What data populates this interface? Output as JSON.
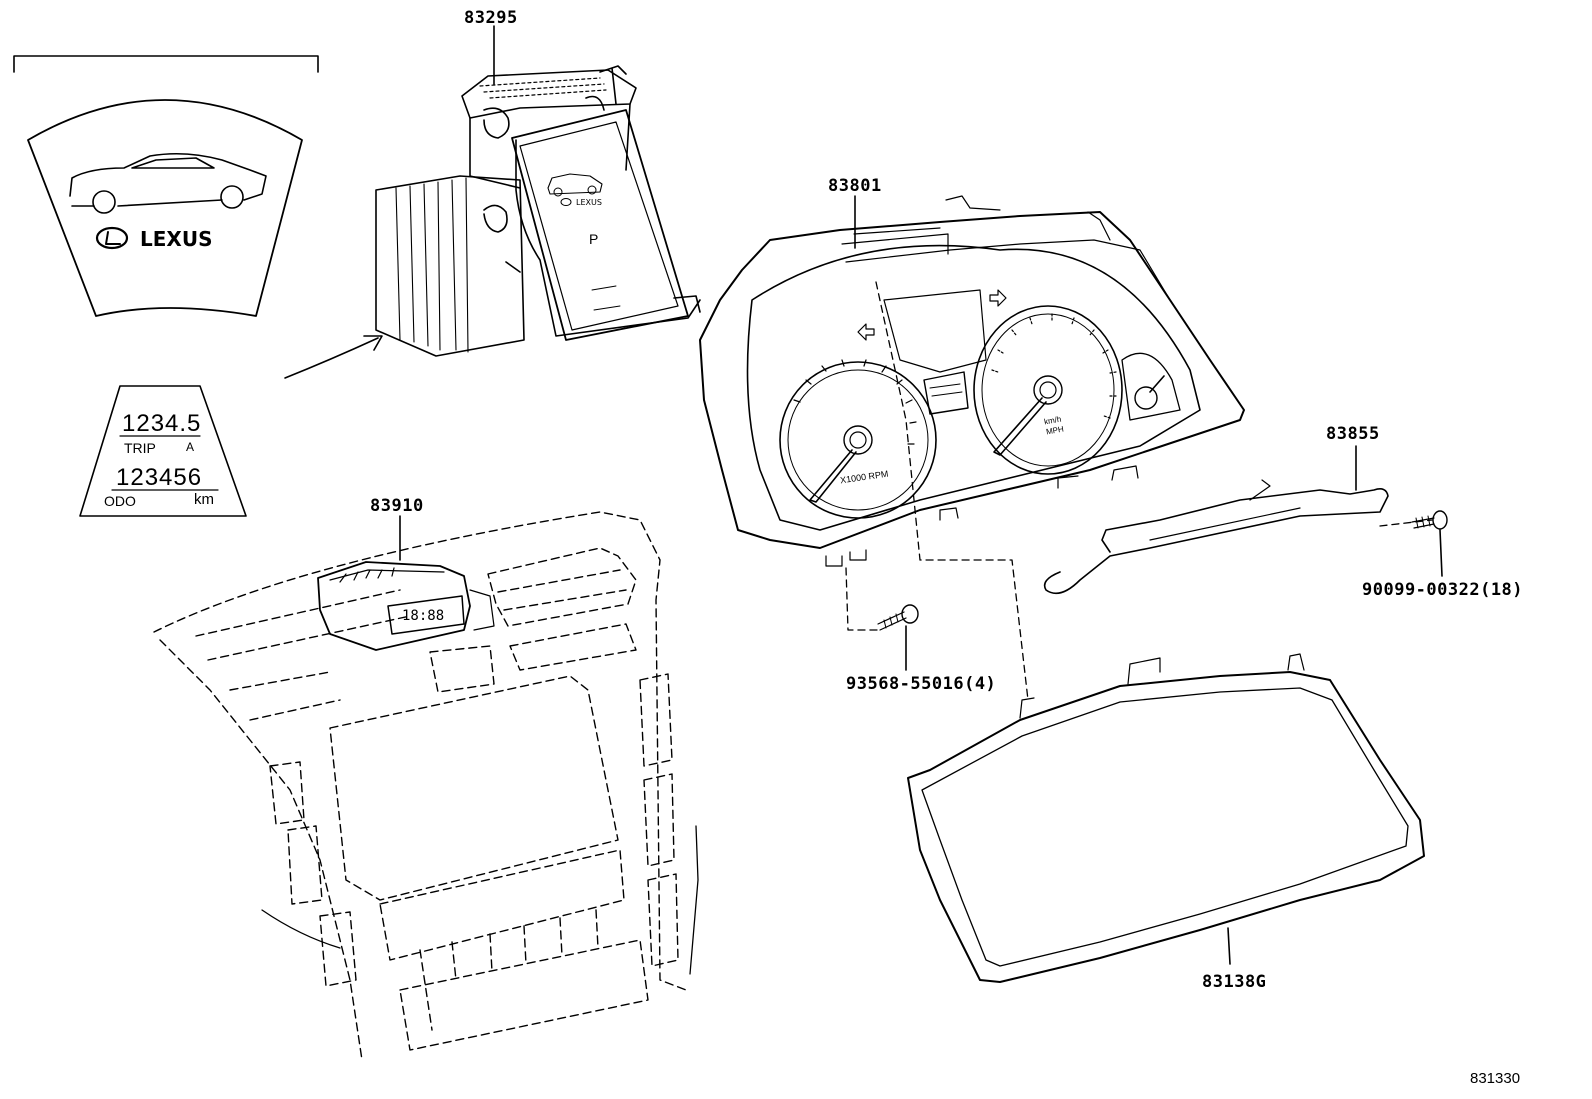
{
  "parts": {
    "combination_meter": "83801",
    "display_unit": "83295",
    "clock": "83910",
    "bracket": "83855",
    "glass": "83138G",
    "screw_a": "93568-55016(4)",
    "screw_b": "90099-00322(18)"
  },
  "display": {
    "brand": "LEXUS",
    "trip_value": "1234.5",
    "trip_label": "TRIP",
    "trip_suffix": "A",
    "odo_value": "123456",
    "odo_label": "ODO",
    "odo_unit": "km",
    "gear": "P"
  },
  "gauges": {
    "tacho_unit": "X1000 RPM",
    "speed_unit_top": "km/h",
    "speed_unit_bottom": "MPH",
    "clock_time": "18:88"
  },
  "diagram_id": "831330",
  "colors": {
    "line": "#000000",
    "background": "#ffffff"
  }
}
